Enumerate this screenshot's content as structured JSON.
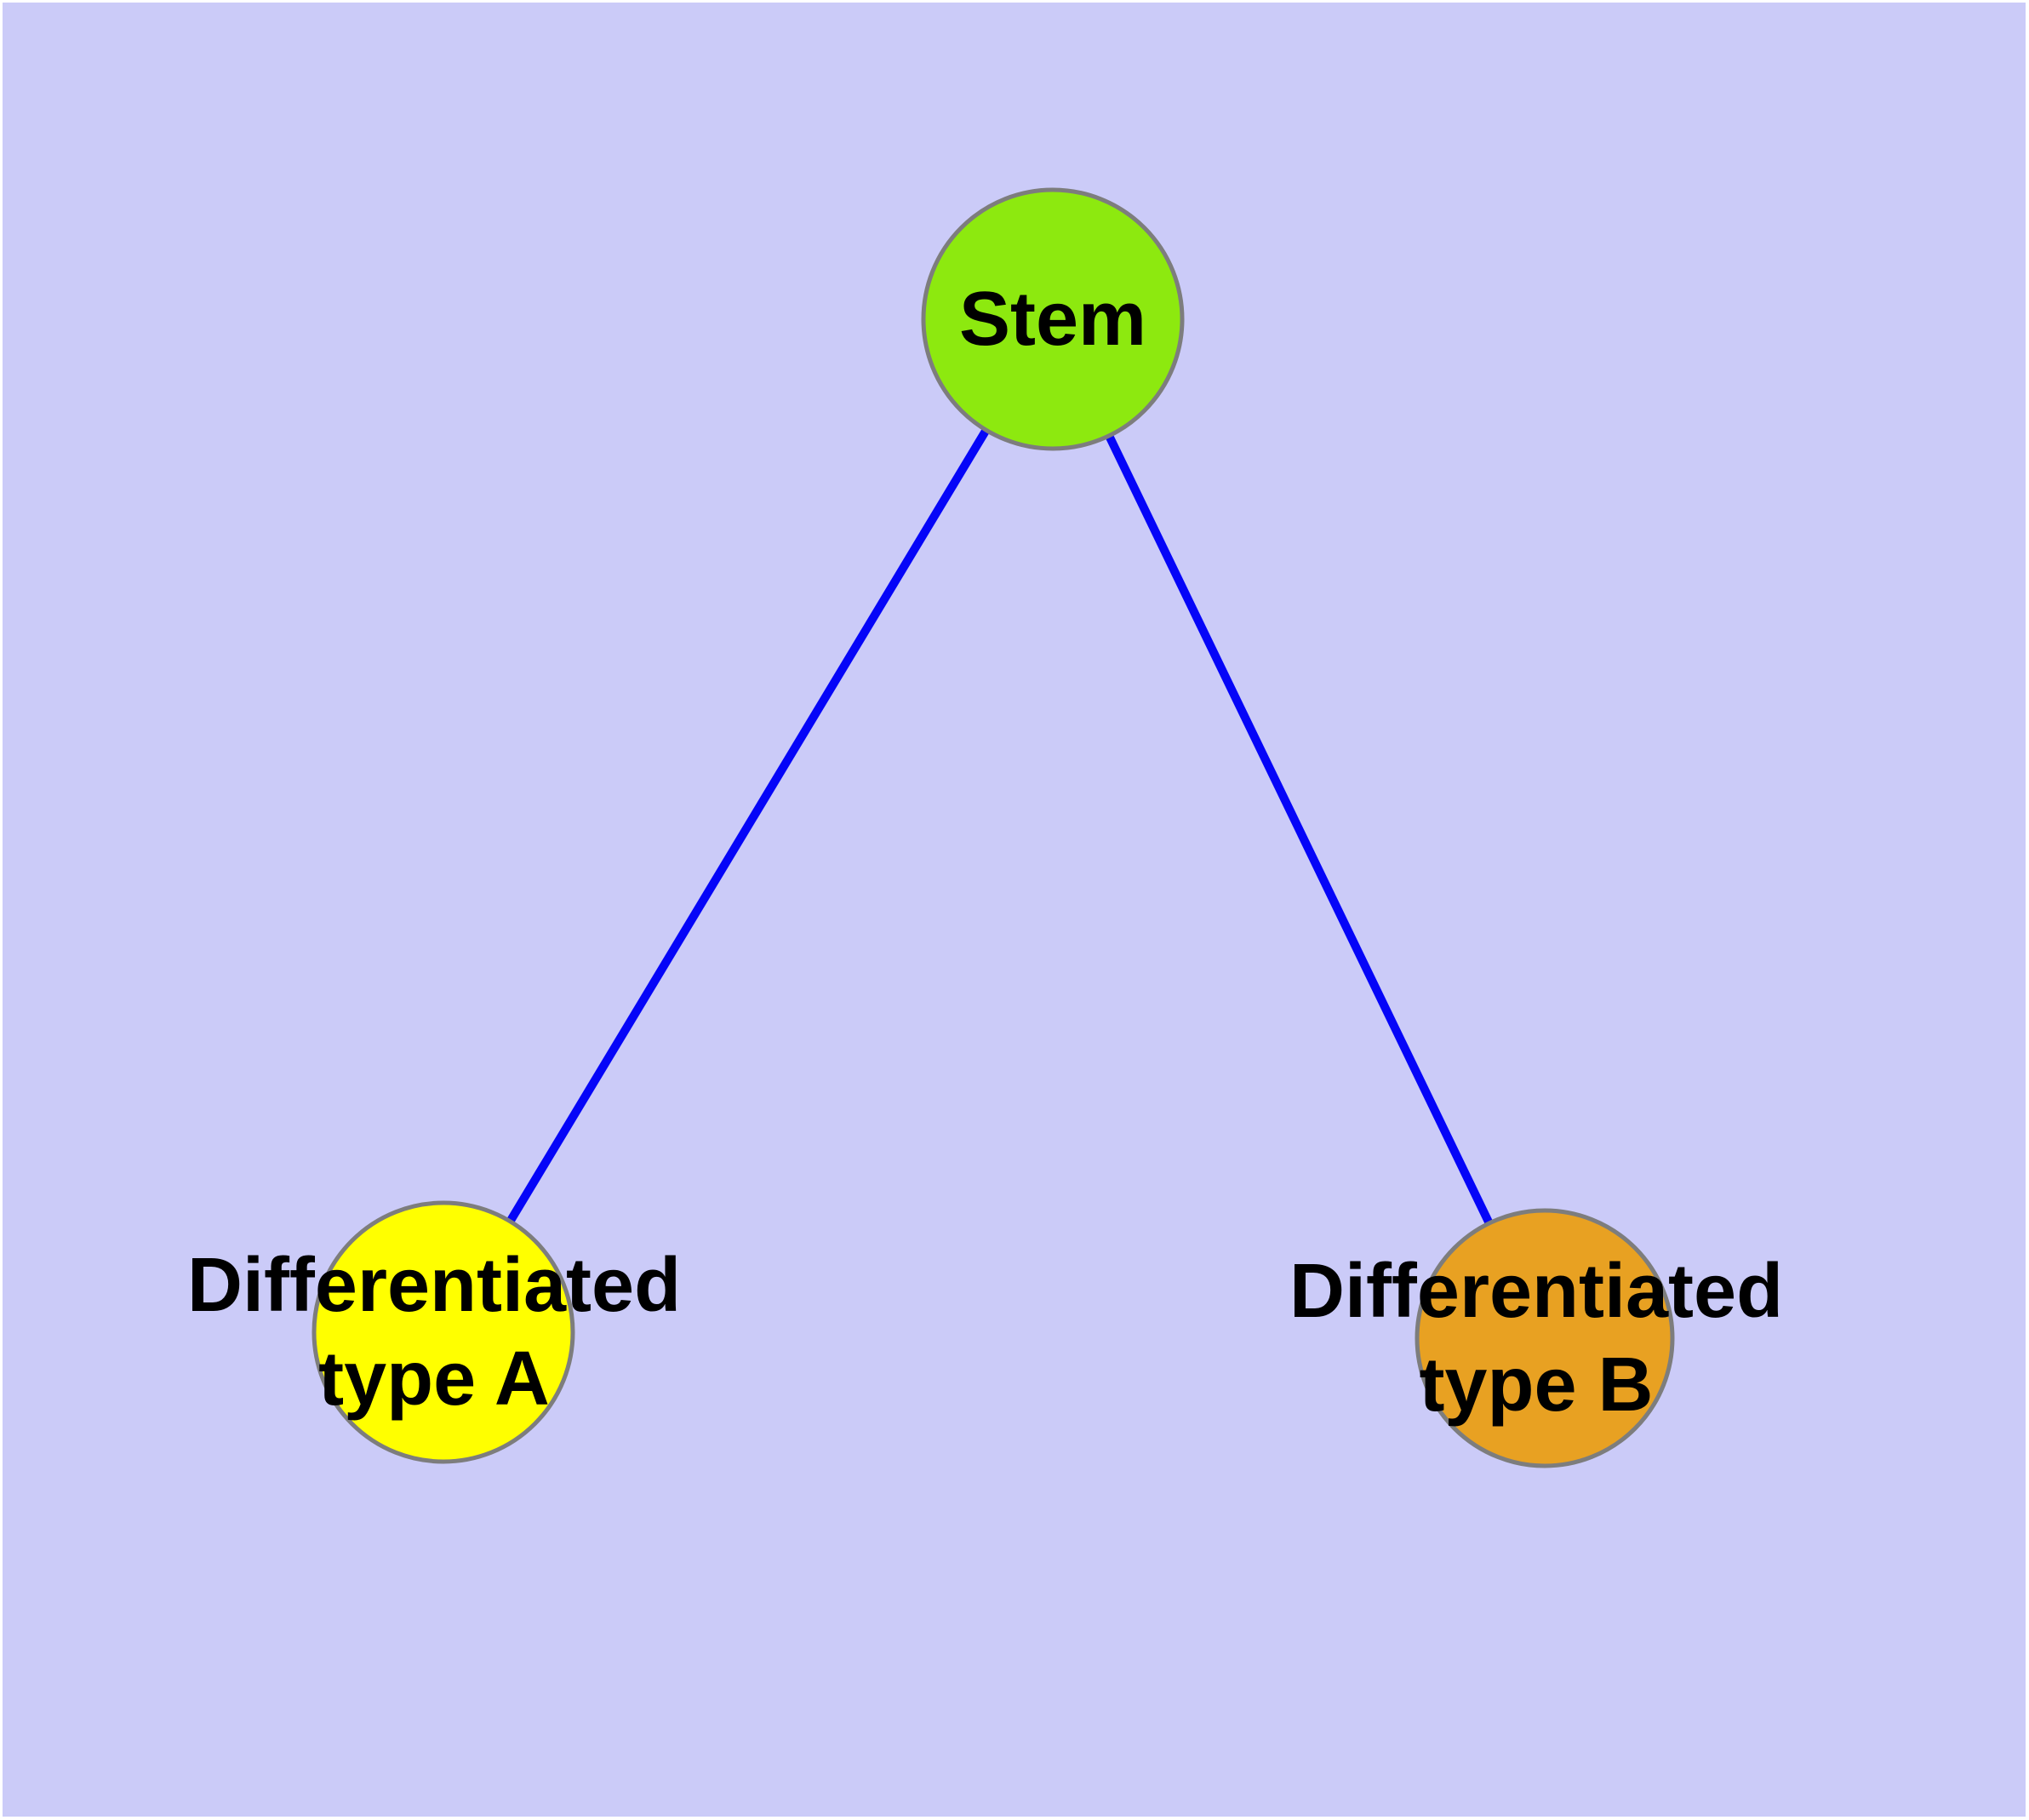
{
  "figure": {
    "type": "node-link-diagram",
    "background_color": "#CBCBF8",
    "page_margin_color": "#FFFFFF"
  },
  "colors": {
    "edge_blue": "#0505F8",
    "node_border_gray": "#7D7D7D",
    "stem_green": "#8DE90F",
    "type_a_yellow": "#FFFF00",
    "type_b_orange": "#E8A122",
    "label_text": "#000000"
  },
  "nodes": [
    {
      "id": "stem",
      "label": "Stem",
      "lines": [
        "Stem"
      ],
      "fill": "#8DE90F"
    },
    {
      "id": "diff-a",
      "label": "Differentiated type A",
      "lines": [
        "Differentiated",
        "type A"
      ],
      "fill": "#FFFF00"
    },
    {
      "id": "diff-b",
      "label": "Differentiated type B",
      "lines": [
        "Differentiated",
        "type B"
      ],
      "fill": "#E8A122"
    }
  ],
  "edges": [
    {
      "from": "Stem",
      "to": "Differentiated type A"
    },
    {
      "from": "Stem",
      "to": "Differentiated type B"
    }
  ]
}
